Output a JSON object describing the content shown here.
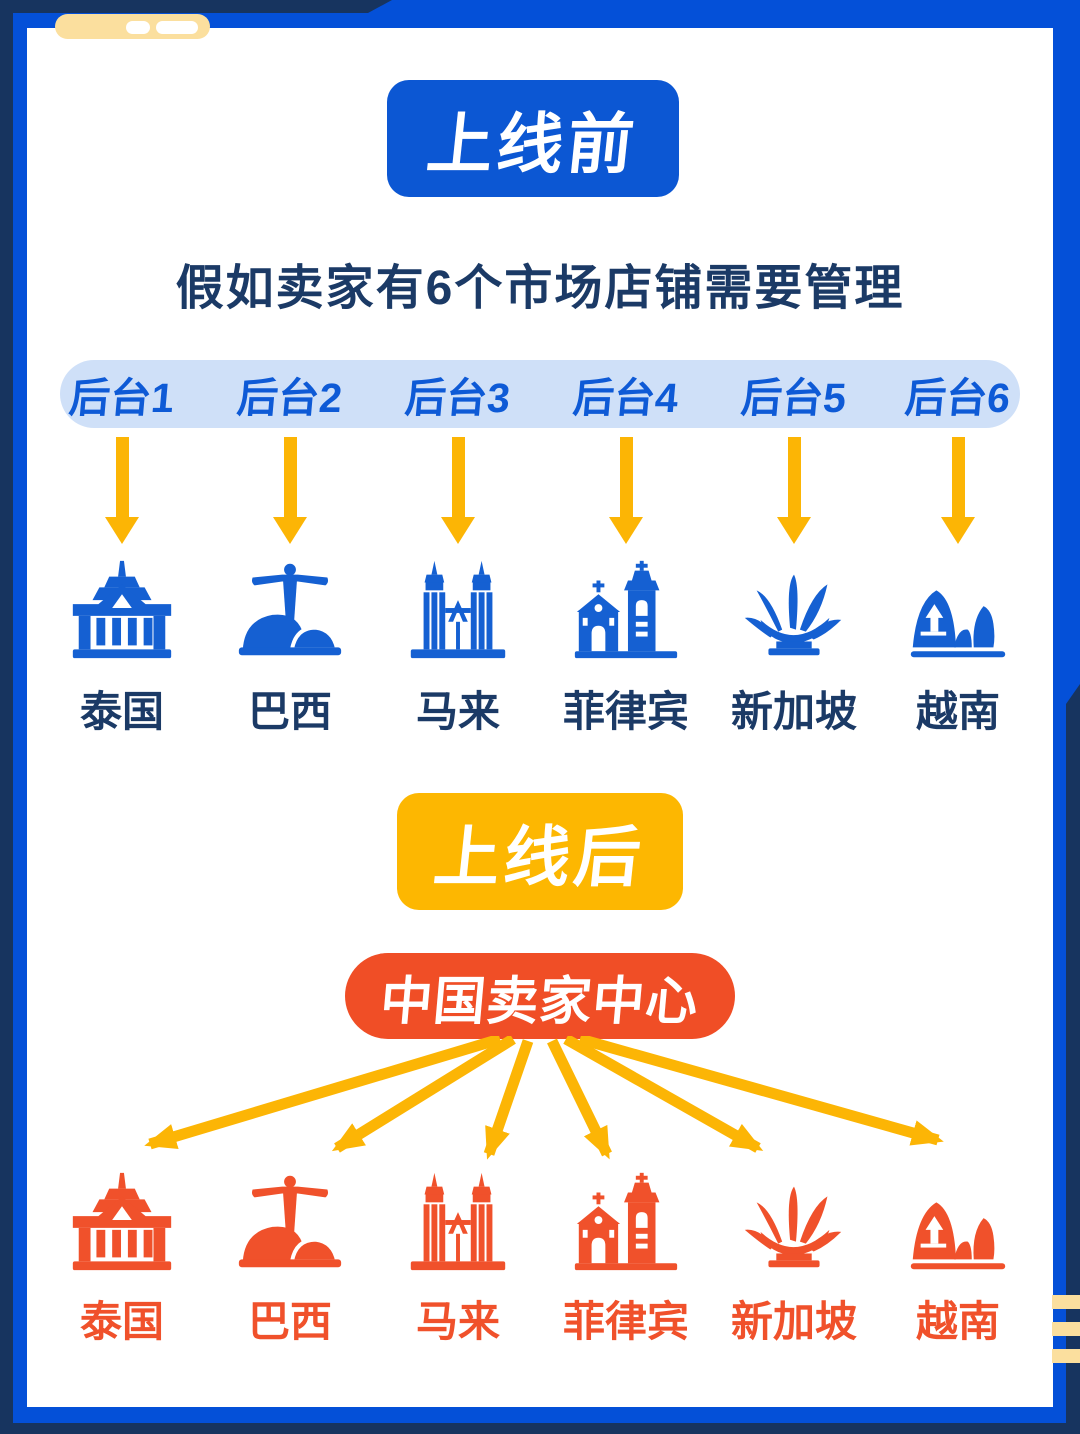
{
  "sections": {
    "before": {
      "badge": "上线前",
      "subtitle": "假如卖家有6个市场店铺需要管理",
      "backends": [
        "后台1",
        "后台2",
        "后台3",
        "后台4",
        "后台5",
        "后台6"
      ]
    },
    "after": {
      "badge": "上线后",
      "hub": "中国卖家中心"
    }
  },
  "markets": [
    {
      "name": "泰国",
      "icon": "thailand-grand-palace-icon"
    },
    {
      "name": "巴西",
      "icon": "brazil-christ-redeemer-icon"
    },
    {
      "name": "马来",
      "icon": "malaysia-petronas-towers-icon"
    },
    {
      "name": "菲律宾",
      "icon": "philippines-church-icon"
    },
    {
      "name": "新加坡",
      "icon": "singapore-artscience-museum-icon"
    },
    {
      "name": "越南",
      "icon": "vietnam-halong-bay-icon"
    }
  ],
  "colors": {
    "frame_outer_blue": "#0450d8",
    "frame_navy": "#17345f",
    "decoration_cream": "#fbdf9e",
    "badge_before_blue": "#0c57d3",
    "badge_after_yellow": "#fdb701",
    "backend_pill_light_blue": "#cfe0f8",
    "backend_text_blue": "#0e5ad6",
    "arrow_yellow": "#fcb505",
    "hub_red": "#f04e26",
    "landmark_blue": "#1560d2",
    "landmark_orange": "#f0512b",
    "text_navy": "#1b3a66"
  }
}
